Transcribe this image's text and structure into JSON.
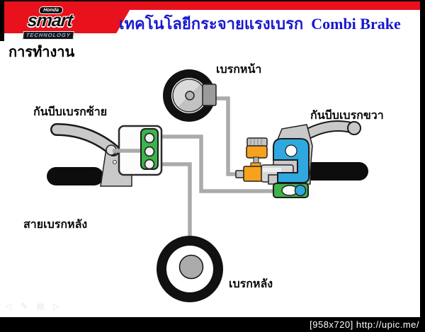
{
  "header": {
    "logo": {
      "honda": "Honda",
      "smart": "smart",
      "technology": "TECHNOLOGY"
    },
    "title": "เทคโนโลยีกระจายแรงเบรก  Combi Brake"
  },
  "slide": {
    "heading": "การทำงาน",
    "labels": {
      "front_brake": "เบรกหน้า",
      "left_lever": "กันบีบเบรกซ้าย",
      "right_lever": "กันบีบเบรกขวา",
      "rear_cable": "สายเบรกหลัง",
      "rear_brake": "เบรกหลัง"
    }
  },
  "slideshow_controls": {
    "prev_glyph": "◁",
    "pen_glyph": "✎",
    "menu_glyph": "▤",
    "next_glyph": "▷"
  },
  "footer": {
    "caption": "[958x720] http://upic.me/"
  },
  "colors": {
    "header_red": "#e8111c",
    "title_blue": "#1818cf",
    "equalizer_green": "#3cb44a",
    "knocker_blue": "#2fa8e0",
    "cylinder_orange": "#f6a21c",
    "cable_gray": "#ababab"
  }
}
